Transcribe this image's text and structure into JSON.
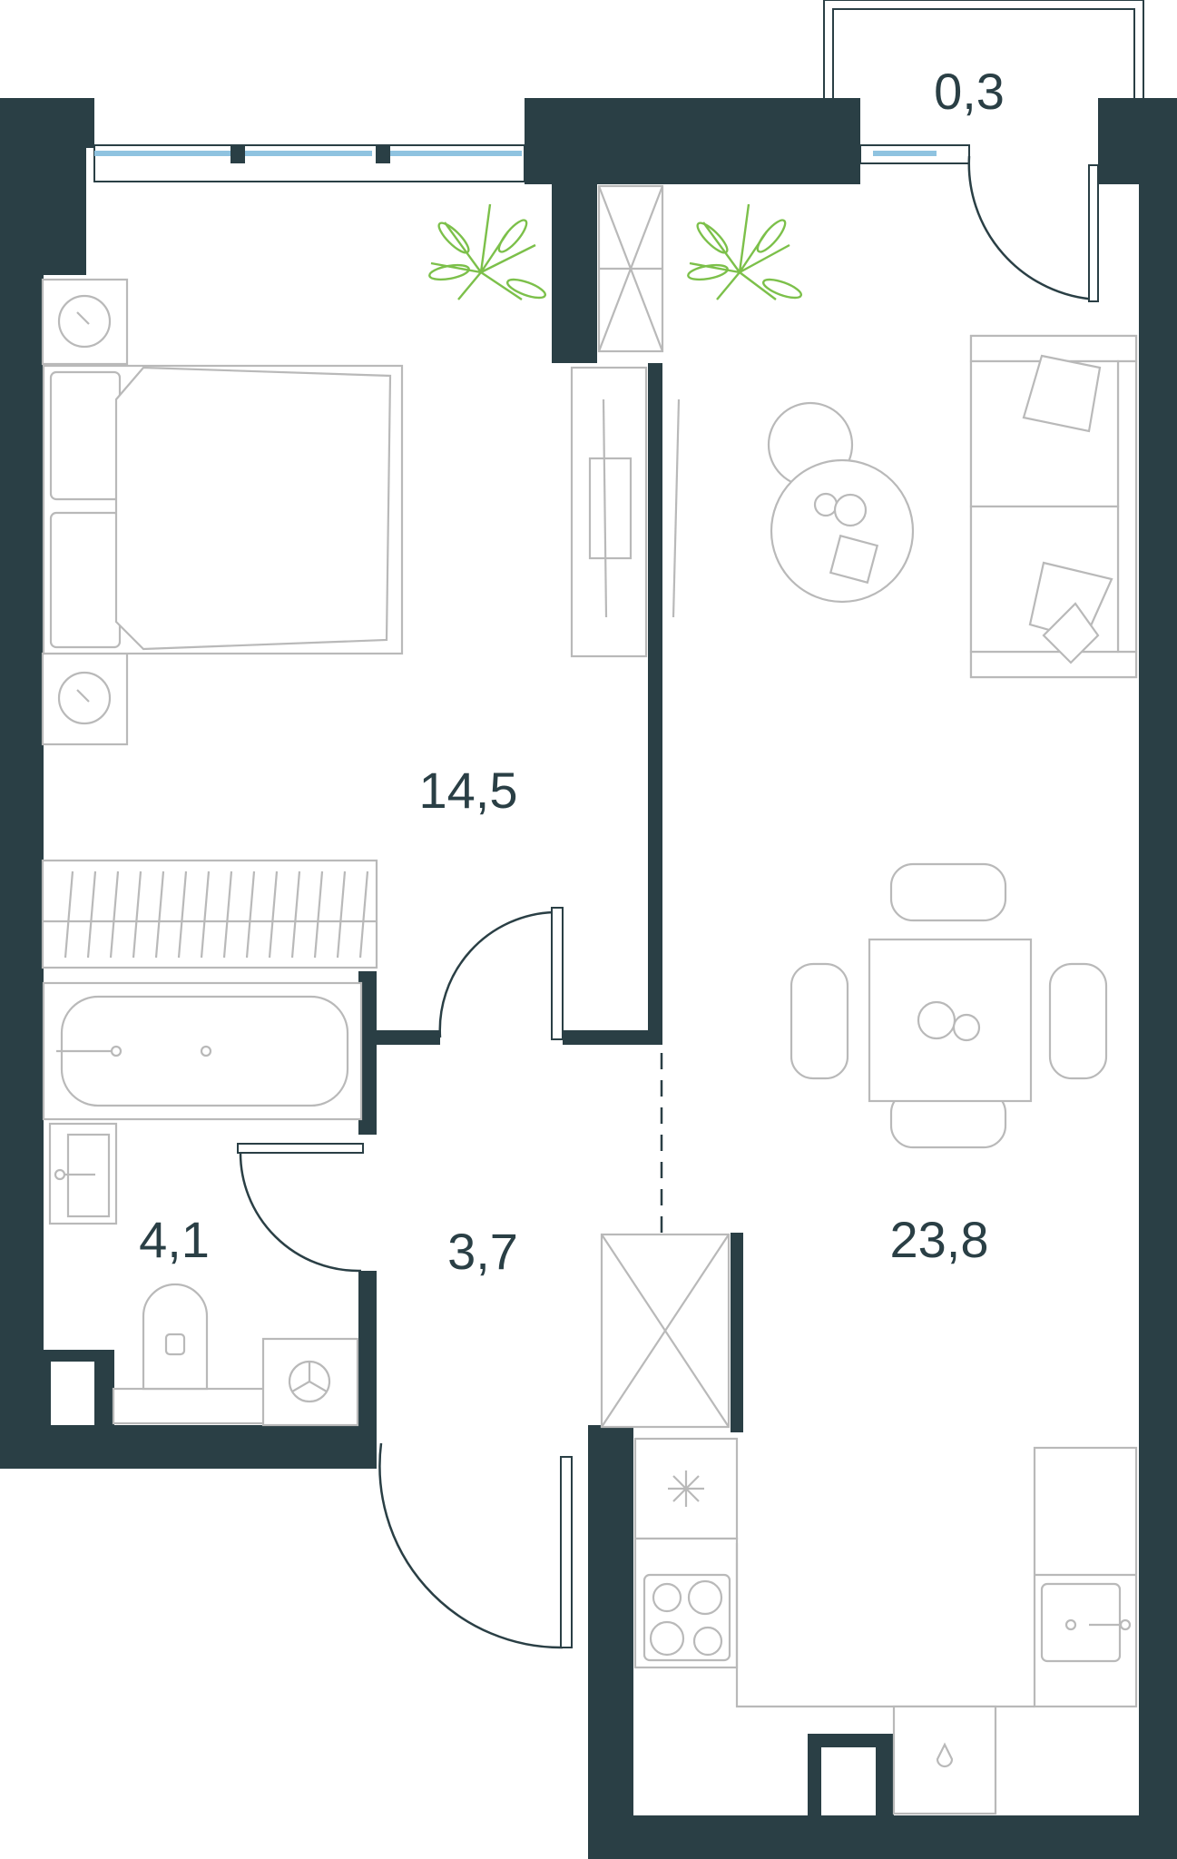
{
  "floor_plan": {
    "rooms": [
      {
        "id": "bedroom",
        "area": "14,5"
      },
      {
        "id": "living_kitchen",
        "area": "23,8"
      },
      {
        "id": "bathroom",
        "area": "4,1"
      },
      {
        "id": "hallway",
        "area": "3,7"
      },
      {
        "id": "balcony",
        "area": "0,3"
      }
    ],
    "colors": {
      "walls": "#2a3f45",
      "furniture": "#b9b9b9",
      "plants": "#7cc04a",
      "windows": "#8fc3e0"
    }
  }
}
